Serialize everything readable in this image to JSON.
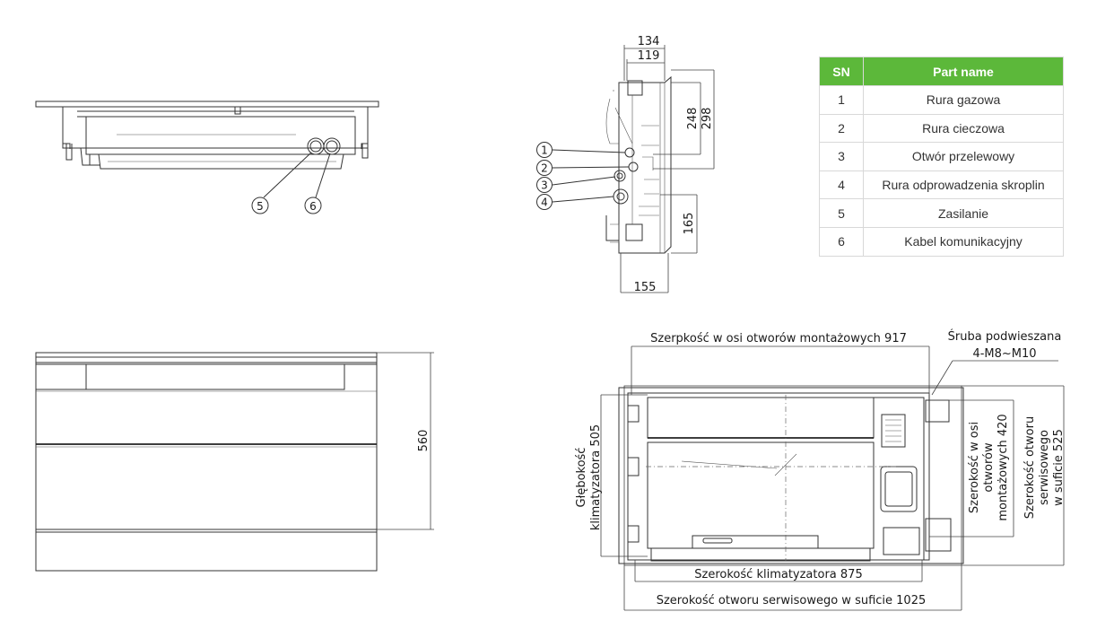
{
  "table": {
    "headers": {
      "sn": "SN",
      "part": "Part name"
    },
    "rows": [
      {
        "sn": "1",
        "name": "Rura gazowa"
      },
      {
        "sn": "2",
        "name": "Rura cieczowa"
      },
      {
        "sn": "3",
        "name": "Otwór przelewowy"
      },
      {
        "sn": "4",
        "name": "Rura odprowadzenia skroplin"
      },
      {
        "sn": "5",
        "name": "Zasilanie"
      },
      {
        "sn": "6",
        "name": "Kabel komunikacyjny"
      }
    ]
  },
  "callouts": {
    "c1": "1",
    "c2": "2",
    "c3": "3",
    "c4": "4",
    "c5": "5",
    "c6": "6"
  },
  "dimensions": {
    "d134": "134",
    "d119": "119",
    "d248": "248",
    "d298": "298",
    "d165": "165",
    "d155": "155",
    "d560": "560"
  },
  "labels": {
    "mount_width": "Szerpkość w osi otworów montażowych 917",
    "screw_line1": "Śruba podwieszana",
    "screw_line2": "4-M8~M10",
    "depth_line1": "Głębokość",
    "depth_line2": "klimatyzatora 505",
    "unit_width": "Szerokość klimatyzatora 875",
    "service_width": "Szerokość otworu serwisowego w suficie 1025",
    "mount_depth_line1": "Szerokość w osi",
    "mount_depth_line2": "otworów",
    "mount_depth_line3": "montażowych 420",
    "service_depth_line1": "Szerokość otworu",
    "service_depth_line2": "serwisowego",
    "service_depth_line3": "w suficie 525"
  }
}
